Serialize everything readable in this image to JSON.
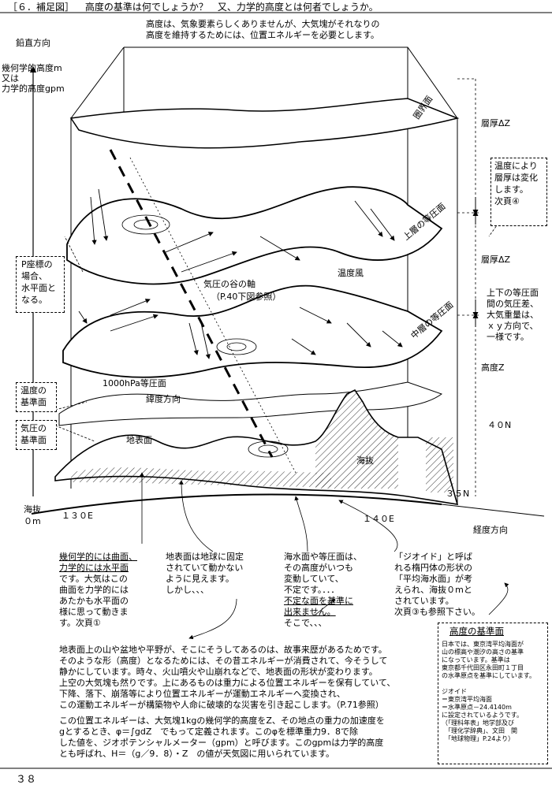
{
  "header": {
    "section": "［６．補足図］",
    "question": "高度の基準は何でしょうか？　又、力学的高度とは何者でしょうか。"
  },
  "top_note": [
    "高度は、気象要素らしくありませんが、大気塊がそれなりの",
    "高度を維持するためには、位置エネルギーを必要とします。"
  ],
  "axes": {
    "vertical": "鉛直方向",
    "height_lines": [
      "幾何学的高度m",
      "又は",
      "力学的高度gpm"
    ],
    "sea_level": [
      "海抜",
      "０m"
    ],
    "lon_130": "１３０E",
    "lon_140": "１４０E",
    "lat_35": "３５N",
    "lat_40": "４０N",
    "lon_dir": "経度方向",
    "lat_dir": "緯度方向"
  },
  "surfaces": {
    "tropopause": "圏界面",
    "upper": "上層の等圧面",
    "middle": "中層の等圧面",
    "p1000": "1000hPa等圧面",
    "ground": "地表面",
    "elevation": "海抜"
  },
  "labels": {
    "trough": [
      "気圧の谷の軸",
      "（P.40下図参照）"
    ],
    "thermal_wind": "温度風",
    "thickness1": "層厚ΔZ",
    "thickness2": "層厚ΔZ",
    "height_z": "高度Z"
  },
  "side_boxes": {
    "temp_thick": [
      "温度により",
      "層厚は変化",
      "します。",
      "次頁④"
    ],
    "p_coord": [
      "P座標の",
      "場合、",
      "水平面と",
      "なる。"
    ],
    "temp_ref": [
      "温度の",
      "基準面"
    ],
    "press_ref": [
      "気圧の",
      "基準面"
    ],
    "pressure_diff": [
      "上下の等圧面",
      "間の気圧差、",
      "大気重量は、",
      "ｘｙ方向で、",
      "一様です。"
    ]
  },
  "notes": {
    "n1": [
      "幾何学的には曲面、",
      "力学的には水平面",
      "です。大気はこの",
      "曲面を力学的には",
      "あたかも水平面の",
      "様に思って動きま",
      "す。次頁①"
    ],
    "n2": [
      "地表面は地球に固定",
      "されていて動かない",
      "ように見えます。",
      "しかし、、、"
    ],
    "n3": [
      "海水面や等圧面は、",
      "その高度がいつも",
      "変動していて、",
      "不定です。．．．",
      "不定な面を基準に",
      "出来ません。",
      "そこで、、、"
    ],
    "n4": [
      "「ジオイド」と呼ば",
      "れる楕円体の形状の",
      "「平均海水面」が考",
      "えられ、海抜０mと",
      "されています。",
      "次頁③も参照下さい。"
    ]
  },
  "ref_box": {
    "title": "高度の基準面",
    "body": [
      "日本では、東京湾平均海面が",
      "山の標高や潮汐の高さの基準",
      "になっています。基準は",
      "東京都千代田区永田町１丁目",
      "の水準原点を基準にしています。",
      "",
      "ジオイド",
      "＝東京湾平均海面",
      "＝水準原点－24.4140m",
      "に設定されているようです。",
      "（「理科年表」地学部及び",
      "　「理化学辞典」、文田　関",
      "　「地球物理」P.24より）"
    ]
  },
  "bottom_text": {
    "p1": [
      "地表面上の山や盆地や平野が、そこにそうしてあるのは、故事来歴があるためです。",
      "そのような形（高度）となるためには、その昔エネルギーが消費されて、今そうして",
      "静かにしています。時々、火山噴火や山崩れなどで、地表面の形状が変わります。",
      "上空の大気塊も然りです。上にあるものは重力による位置エネルギーを保有していて、",
      "下降、落下、崩落等により位置エネルギーが運動エネルギーへ変換され、",
      "この運動エネルギーが構築物や人命に破壊的な災害を引き起こします。（P.71参照）"
    ],
    "p2": [
      "この位置エネルギーは、大気塊1kgの幾何学的高度をZ、その地点の重力の加速度を",
      "gとするとき、φ＝∫gdZ　でもって定義されます。このφを標準重力9．8で除",
      "した値を、ジオポテンシャルメーター（gpm）と呼びます。このgpmは力学的高度",
      "とも呼ばれ、H＝（g／9．8）・Z　の値が天気図に用いられています。"
    ]
  },
  "page_number": "３８"
}
